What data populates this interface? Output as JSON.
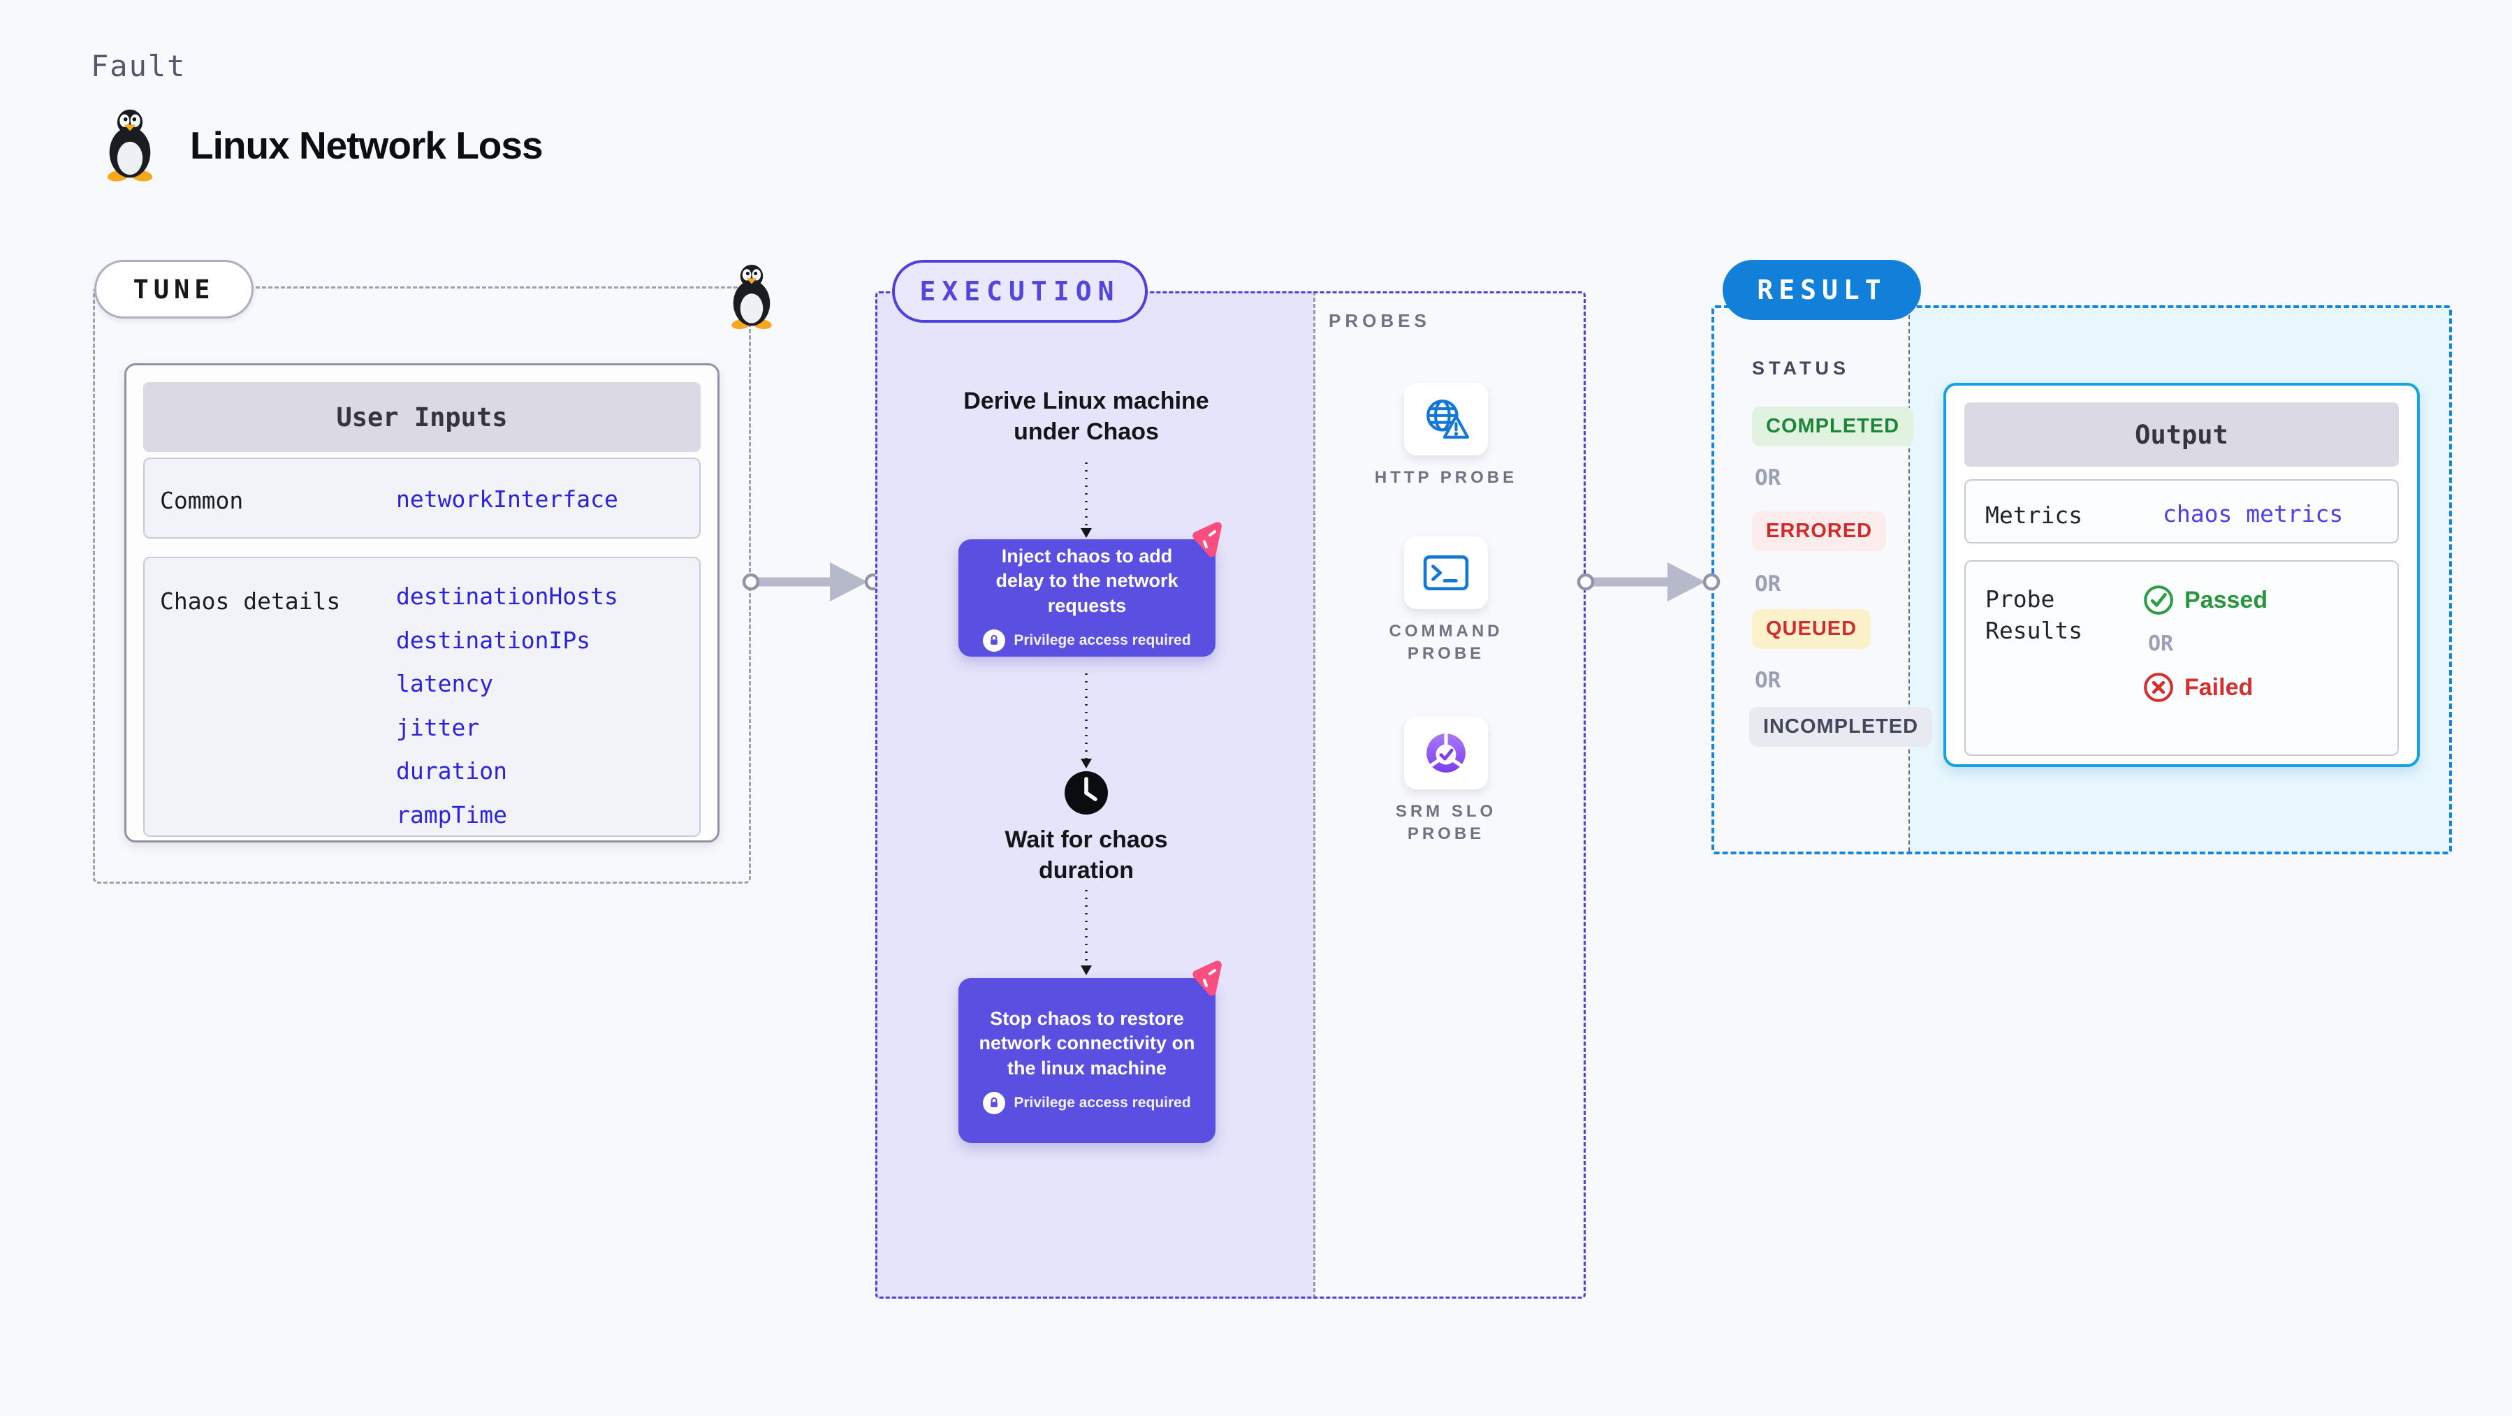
{
  "header": {
    "eyebrow": "Fault",
    "title": "Linux Network Loss",
    "icon": "tux-penguin"
  },
  "tune": {
    "pill": "TUNE",
    "card": {
      "title": "User Inputs",
      "rows": [
        {
          "label": "Common",
          "values": [
            "networkInterface"
          ]
        },
        {
          "label": "Chaos details",
          "values": [
            "destinationHosts",
            "destinationIPs",
            "latency",
            "jitter",
            "duration",
            "rampTime"
          ]
        }
      ]
    }
  },
  "execution": {
    "pill": "EXECUTION",
    "derive_step": "Derive Linux machine under Chaos",
    "inject_step": "Inject chaos to add delay to the network requests",
    "wait_step": "Wait for chaos duration",
    "stop_step": "Stop chaos to restore network connectivity on the linux machine",
    "privilege_note": "Privilege access required"
  },
  "probes": {
    "heading": "PROBES",
    "items": [
      {
        "label": "HTTP PROBE",
        "icon": "globe-alert-icon"
      },
      {
        "label": "COMMAND PROBE",
        "icon": "terminal-icon"
      },
      {
        "label": "SRM SLO PROBE",
        "icon": "slo-pie-check-icon"
      }
    ]
  },
  "result": {
    "pill": "RESULT",
    "status": {
      "heading": "STATUS",
      "or_label": "OR",
      "badges": [
        {
          "text": "COMPLETED",
          "fg": "#1b8638",
          "bg": "#e1f3e0"
        },
        {
          "text": "ERRORED",
          "fg": "#d12a2a",
          "bg": "#fdecec"
        },
        {
          "text": "QUEUED",
          "fg": "#cf2e2e",
          "bg": "#fbf2cb"
        },
        {
          "text": "INCOMPLETED",
          "fg": "#42475c",
          "bg": "#e9eaf1"
        }
      ]
    },
    "output": {
      "title": "Output",
      "metrics_label": "Metrics",
      "metrics_value": "chaos metrics",
      "probe_results_label": "Probe Results",
      "passed_label": "Passed",
      "or_label": "OR",
      "failed_label": "Failed"
    }
  },
  "colors": {
    "page_background": "#f8f9fc",
    "execution_fill": "#e6e4fa",
    "execution_border": "#4c41da",
    "chaos_card_indigo": "#5a4fe0",
    "tune_border": "#9ba1af",
    "result_border": "#1486e0",
    "result_pill_blue": "#127fd9",
    "result_fill": "#e8f6fd",
    "input_value_blue": "#2b22dc",
    "metrics_value_indigo": "#4f42e5",
    "passed_green": "#27963c",
    "failed_red": "#d32f2f",
    "chaos_pink": "#fa4d80",
    "probe_icon_blue": "#1277d6",
    "srm_purple": "#7a3ff0"
  }
}
